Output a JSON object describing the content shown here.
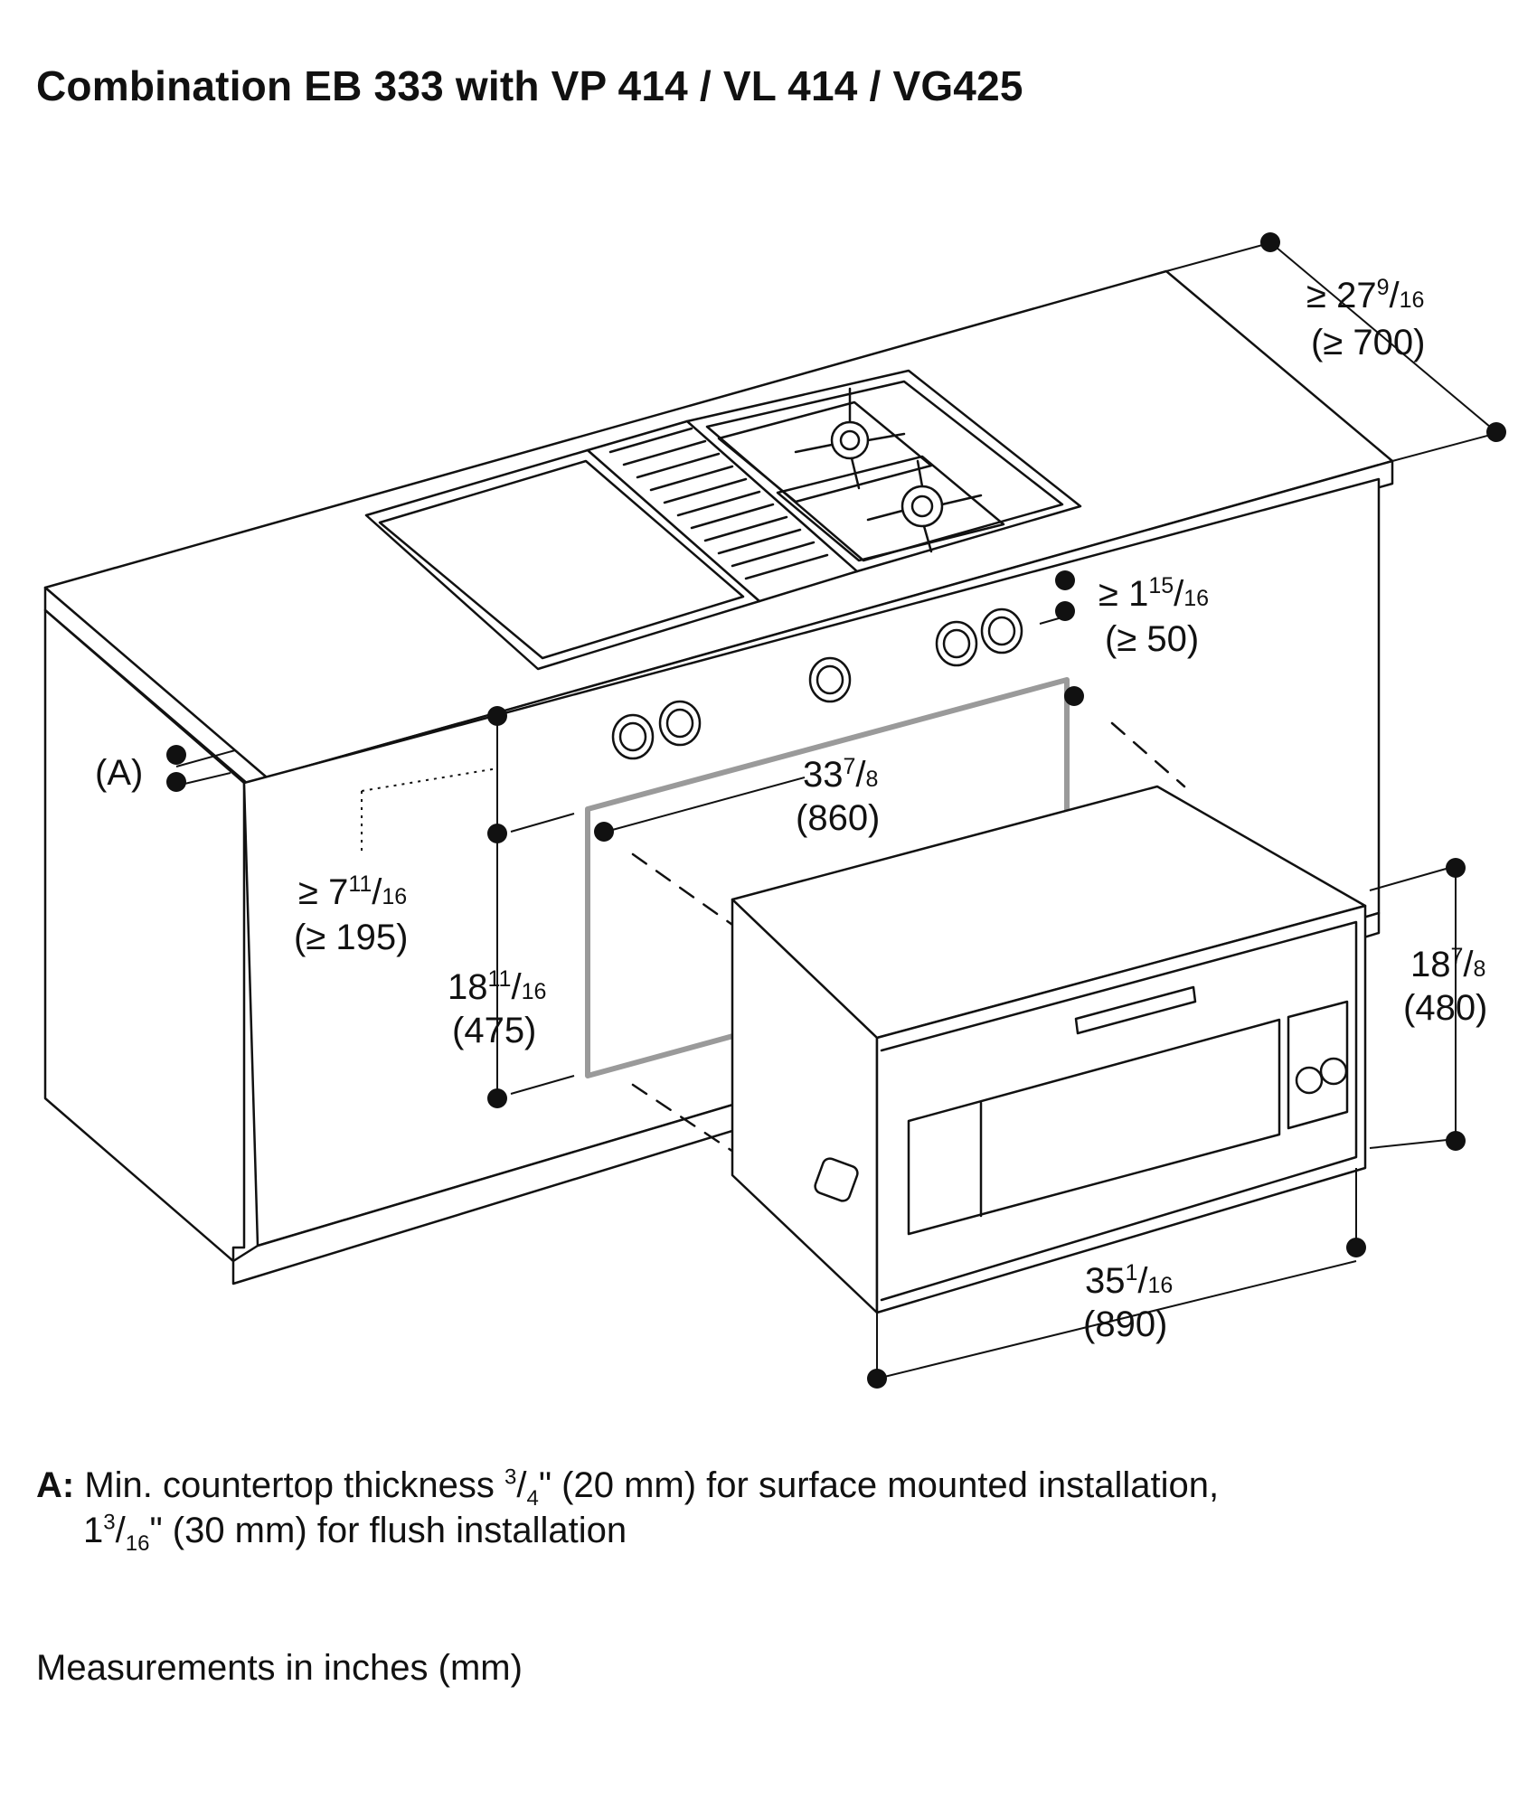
{
  "title": "Combination EB 333 with VP 414 / VL 414 / VG425",
  "labels": {
    "a_marker": "(A)",
    "depth": {
      "inch_ge": "≥ 27",
      "inch_num": "9",
      "inch_den": "16",
      "mm": "(≥ 700)"
    },
    "panel_gap": {
      "inch_ge": "≥ 1",
      "inch_num": "15",
      "inch_den": "16",
      "mm": "(≥ 50)"
    },
    "cutout_width": {
      "inch": "33",
      "inch_num": "7",
      "inch_den": "8",
      "mm": "(860)"
    },
    "drawer_gap": {
      "inch_ge": "≥ 7",
      "inch_num": "11",
      "inch_den": "16",
      "mm": "(≥ 195)"
    },
    "cutout_height": {
      "inch": "18",
      "inch_num": "11",
      "inch_den": "16",
      "mm": "(475)"
    },
    "oven_height": {
      "inch": "18",
      "inch_num": "7",
      "inch_den": "8",
      "mm": "(480)"
    },
    "oven_width": {
      "inch": "35",
      "inch_num": "1",
      "inch_den": "16",
      "mm": "(890)"
    }
  },
  "note_a": {
    "prefix": "A:",
    "line1_before": "Min. countertop thickness ",
    "line1_num": "3",
    "line1_den": "4",
    "line1_after": "\" (20 mm) for surface mounted installation,",
    "line2_whole": "1",
    "line2_num": "3",
    "line2_den": "16",
    "line2_after": "\" (30 mm) for flush installation"
  },
  "measurement_note": "Measurements in inches (mm)"
}
